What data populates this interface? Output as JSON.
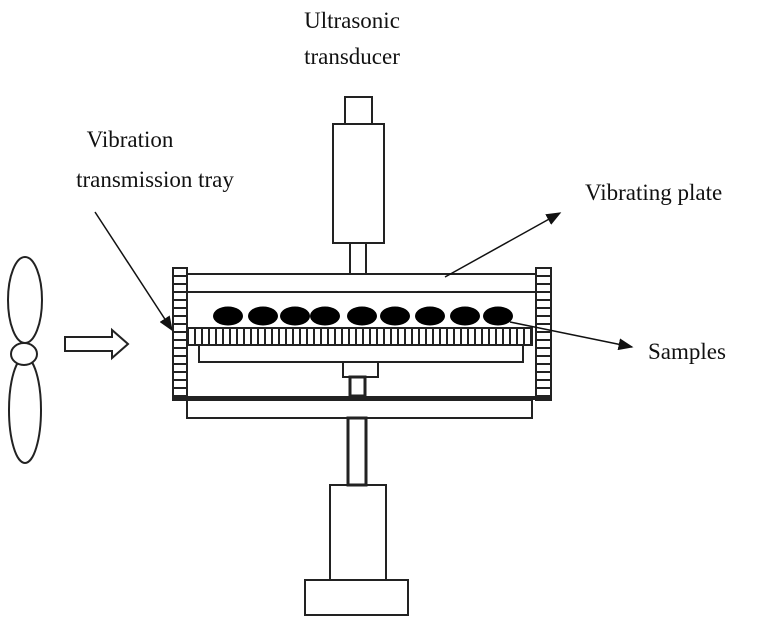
{
  "labels": {
    "transducer_line1": "Ultrasonic",
    "transducer_line2": "transducer",
    "tray_line1": "Vibration",
    "tray_line2": "transmission tray",
    "plate": "Vibrating plate",
    "samples": "Samples"
  },
  "colors": {
    "stroke": "#222222",
    "sample_fill": "#000000"
  },
  "sample_count": 9
}
